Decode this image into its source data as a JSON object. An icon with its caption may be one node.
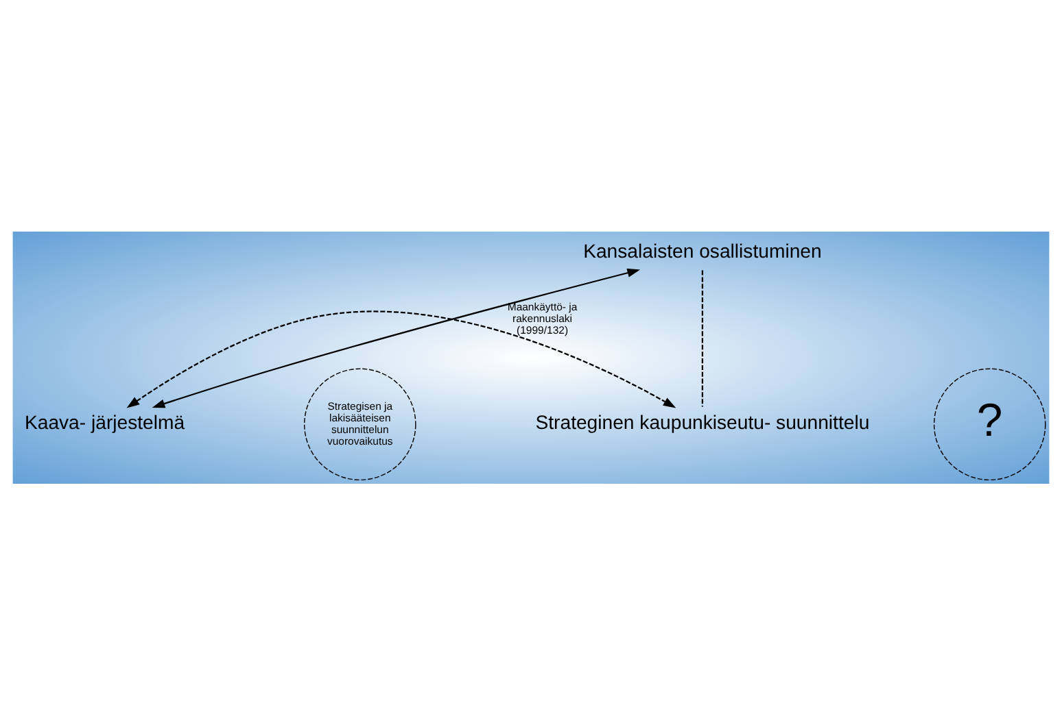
{
  "diagram": {
    "nodes": [
      {
        "text": [
          "Kansalaisten osallistuminen"
        ]
      },
      {
        "text": [
          "Kaava- järjestelmä"
        ]
      },
      {
        "text": [
          "Strateginen kaupunkiseutu- suunnittelu"
        ]
      },
      {
        "text": [
          "?"
        ]
      },
      {
        "text": [
          "Strategisen ja lakisääteisen suunnittelun vuorovaikutus"
        ]
      }
    ],
    "edges": [
      {
        "from": 0,
        "to": 1,
        "arrow": "both",
        "label": "Maankäyttö- ja rakennuslaki (1999/132)"
      },
      {
        "from": 1,
        "to": 2,
        "arrow": "both",
        "style": "dashed"
      },
      {
        "from": 0,
        "to": 2,
        "arrow": "none",
        "style": "dashed"
      }
    ]
  }
}
